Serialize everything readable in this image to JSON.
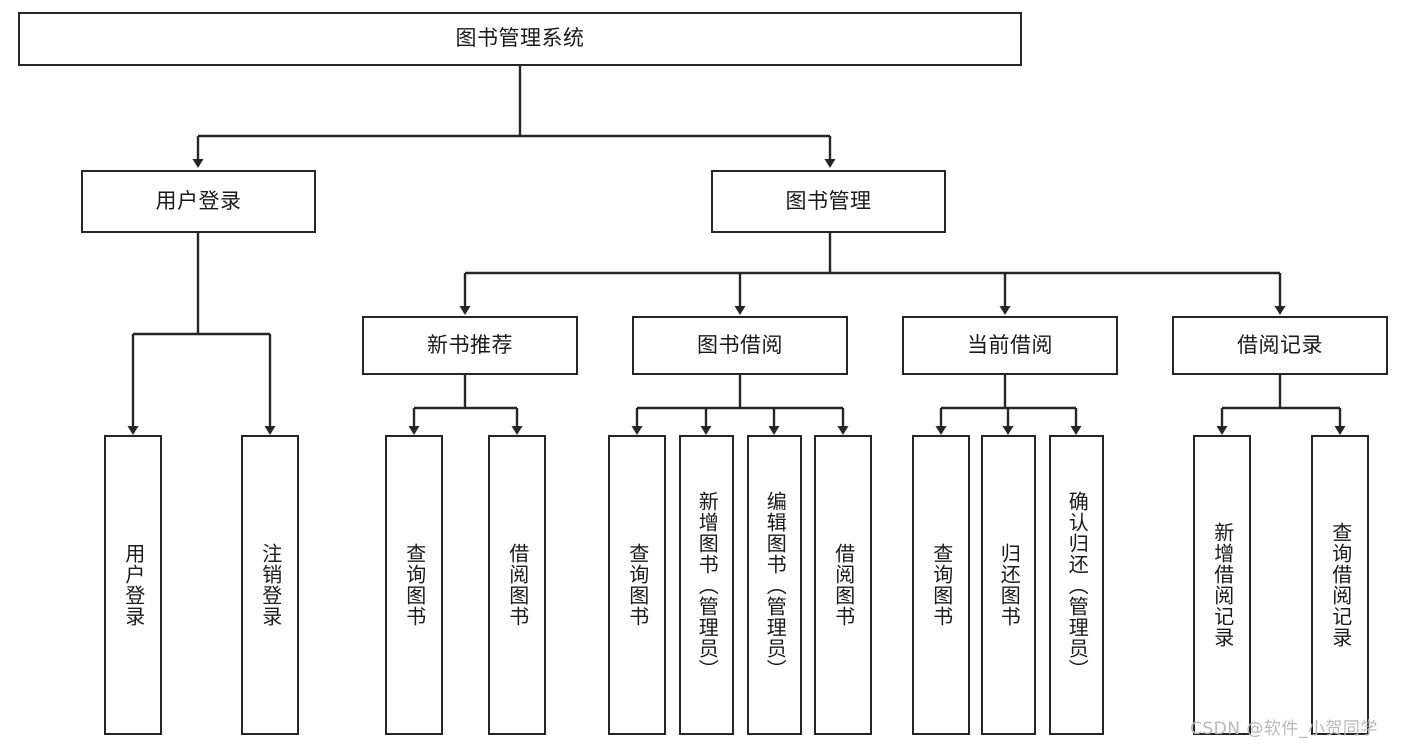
{
  "diagram": {
    "type": "tree-hierarchy-chart",
    "title": "图书管理系统",
    "line_color": "#262626",
    "box_fill": "#ffffff",
    "text_color": "#1a1a1a",
    "watermark": "CSDN @软件_小贺同学",
    "watermark_color": "#b9b9b9",
    "levels": 4,
    "nodes": {
      "root": {
        "label": "图书管理系统",
        "level": 1,
        "orientation": "horizontal"
      },
      "l2": [
        {
          "id": "user-login",
          "label": "用户登录",
          "level": 2,
          "orientation": "horizontal"
        },
        {
          "id": "book-manage",
          "label": "图书管理",
          "level": 2,
          "orientation": "horizontal"
        }
      ],
      "l3": [
        {
          "id": "new-book-recommend",
          "label": "新书推荐",
          "level": 3,
          "orientation": "horizontal",
          "parent": "book-manage"
        },
        {
          "id": "book-borrow",
          "label": "图书借阅",
          "level": 3,
          "orientation": "horizontal",
          "parent": "book-manage"
        },
        {
          "id": "current-borrow",
          "label": "当前借阅",
          "level": 3,
          "orientation": "horizontal",
          "parent": "book-manage"
        },
        {
          "id": "borrow-record",
          "label": "借阅记录",
          "level": 3,
          "orientation": "horizontal",
          "parent": "book-manage"
        }
      ],
      "leaves": [
        {
          "id": "leaf-user-login",
          "label": "用户登录",
          "parent": "user-login",
          "orientation": "vertical"
        },
        {
          "id": "leaf-user-logout",
          "label": "注销登录",
          "parent": "user-login",
          "orientation": "vertical"
        },
        {
          "id": "leaf-query-book-1",
          "label": "查询图书",
          "parent": "new-book-recommend",
          "orientation": "vertical"
        },
        {
          "id": "leaf-borrow-book-1",
          "label": "借阅图书",
          "parent": "new-book-recommend",
          "orientation": "vertical"
        },
        {
          "id": "leaf-query-book-2",
          "label": "查询图书",
          "parent": "book-borrow",
          "orientation": "vertical"
        },
        {
          "id": "leaf-add-book",
          "label": "新增图书（管理员）",
          "parent": "book-borrow",
          "orientation": "vertical"
        },
        {
          "id": "leaf-edit-book",
          "label": "编辑图书（管理员）",
          "parent": "book-borrow",
          "orientation": "vertical"
        },
        {
          "id": "leaf-borrow-book-2",
          "label": "借阅图书",
          "parent": "book-borrow",
          "orientation": "vertical"
        },
        {
          "id": "leaf-query-book-3",
          "label": "查询图书",
          "parent": "current-borrow",
          "orientation": "vertical"
        },
        {
          "id": "leaf-return-book",
          "label": "归还图书",
          "parent": "current-borrow",
          "orientation": "vertical"
        },
        {
          "id": "leaf-confirm-return",
          "label": "确认归还（管理员）",
          "parent": "current-borrow",
          "orientation": "vertical"
        },
        {
          "id": "leaf-add-record",
          "label": "新增借阅记录",
          "parent": "borrow-record",
          "orientation": "vertical"
        },
        {
          "id": "leaf-query-record",
          "label": "查询借阅记录",
          "parent": "borrow-record",
          "orientation": "vertical"
        }
      ]
    }
  }
}
